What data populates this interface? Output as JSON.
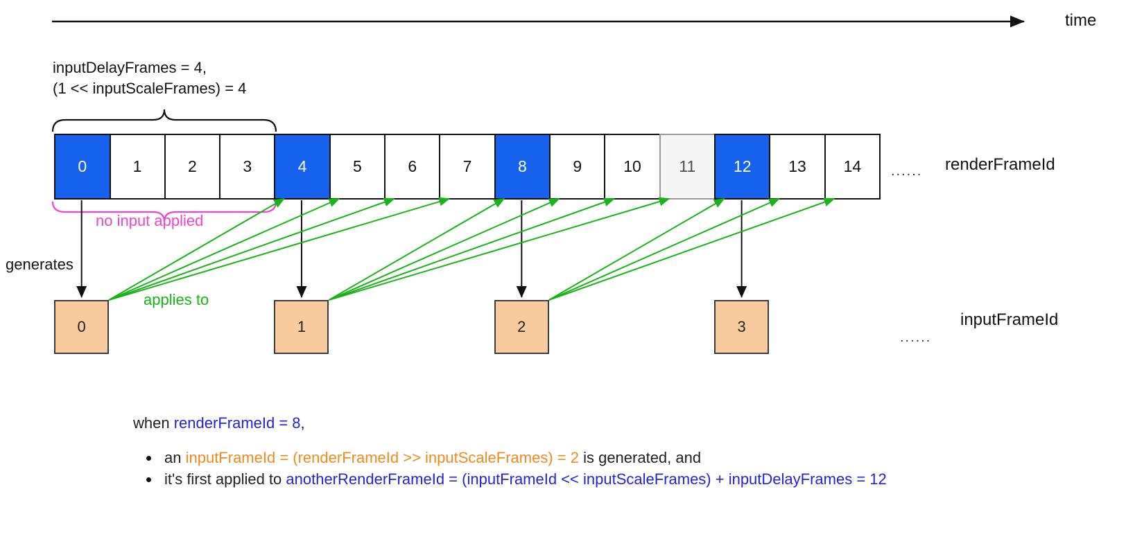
{
  "colors": {
    "blue_box": "#1762ec",
    "gray_box_fill": "#f5f5f5",
    "gray_box_border": "#9a9a9a",
    "orange_box_fill": "#f8cb9e",
    "orange_box_border": "#3b3b3b",
    "green": "#19b219",
    "magenta": "#f143cc",
    "text_blue": "#2222dd",
    "text_orange": "#f08a1e",
    "text_default": "#1f1f1f"
  },
  "time_axis": {
    "label": "time"
  },
  "annotation_top": {
    "line1": "inputDelayFrames = 4,",
    "line2": "(1 << inputScaleFrames) = 4"
  },
  "labels": {
    "no_input_applied": "no input applied",
    "generates": "generates",
    "applies_to": "applies to"
  },
  "render_row": {
    "label": "renderFrameId",
    "ellipsis": "......",
    "boxes": [
      {
        "label": "0",
        "style": "blue"
      },
      {
        "label": "1",
        "style": "white"
      },
      {
        "label": "2",
        "style": "white"
      },
      {
        "label": "3",
        "style": "white"
      },
      {
        "label": "4",
        "style": "blue"
      },
      {
        "label": "5",
        "style": "white"
      },
      {
        "label": "6",
        "style": "white"
      },
      {
        "label": "7",
        "style": "white"
      },
      {
        "label": "8",
        "style": "blue"
      },
      {
        "label": "9",
        "style": "white"
      },
      {
        "label": "10",
        "style": "white"
      },
      {
        "label": "11",
        "style": "gray"
      },
      {
        "label": "12",
        "style": "blue"
      },
      {
        "label": "13",
        "style": "white"
      },
      {
        "label": "14",
        "style": "white"
      }
    ]
  },
  "input_row": {
    "label": "inputFrameId",
    "ellipsis": "......",
    "boxes": [
      {
        "label": "0"
      },
      {
        "label": "1"
      },
      {
        "label": "2"
      },
      {
        "label": "3"
      }
    ]
  },
  "arrows": {
    "generates_from_render": [
      0,
      4,
      8,
      12
    ],
    "applies_to": [
      {
        "input": 0,
        "render": [
          4,
          5,
          6,
          7
        ]
      },
      {
        "input": 1,
        "render": [
          8,
          9,
          10,
          11
        ]
      },
      {
        "input": 2,
        "render": [
          12,
          13,
          14
        ]
      }
    ]
  },
  "explanation": {
    "intro_segments": [
      {
        "text": "when ",
        "color": "default"
      },
      {
        "text": "renderFrameId = 8",
        "color": "blue"
      },
      {
        "text": ",",
        "color": "default"
      }
    ],
    "bullets": [
      {
        "segments": [
          {
            "text": "an ",
            "color": "default"
          },
          {
            "text": "inputFrameId = (renderFrameId >> inputScaleFrames) = 2",
            "color": "orange"
          },
          {
            "text": " is generated, and",
            "color": "default"
          }
        ]
      },
      {
        "segments": [
          {
            "text": "it's first applied to ",
            "color": "default"
          },
          {
            "text": "anotherRenderFrameId = (inputFrameId << inputScaleFrames) + inputDelayFrames = 12",
            "color": "blue"
          }
        ]
      }
    ]
  }
}
